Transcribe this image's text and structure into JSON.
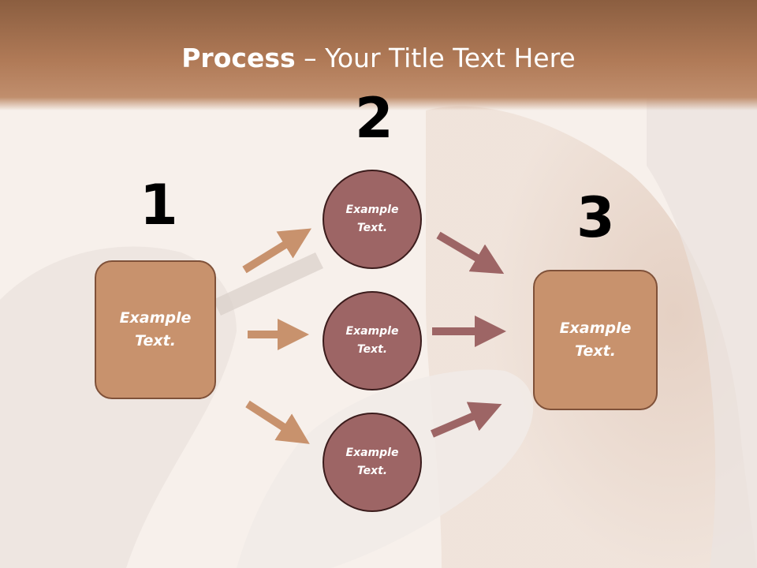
{
  "slide": {
    "title_bold": "Process",
    "title_rest": " – Your Title Text Here",
    "steps": [
      {
        "number": "1",
        "text": "Example\nText."
      },
      {
        "number": "2",
        "items": [
          "Example\nText.",
          "Example\nText.",
          "Example\nText."
        ]
      },
      {
        "number": "3",
        "text": "Example\nText."
      }
    ]
  },
  "colors": {
    "header": "#b07a57",
    "box_fill": "#c8926d",
    "circle_fill": "#9d6565",
    "arrow_in": "#c8926d",
    "arrow_out": "#9d6565"
  }
}
